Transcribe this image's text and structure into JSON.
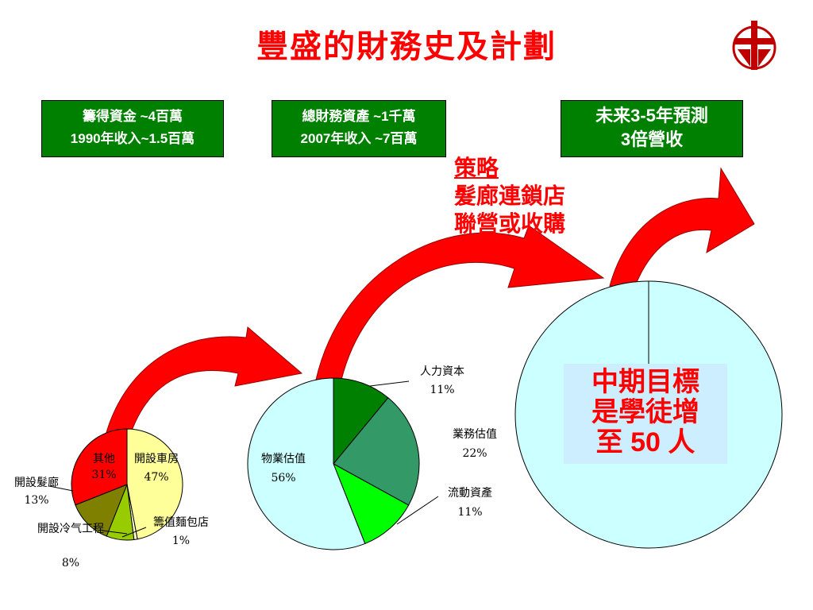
{
  "title": "豐盛的財務史及計劃",
  "boxes": {
    "box1": {
      "line1": "籌得資金 ~4百萬",
      "line2": "1990年收入~1.5百萬"
    },
    "box2": {
      "line1": "總財務資產 ~1千萬",
      "line2": "2007年收入 ~7百萬"
    },
    "box3": {
      "line1": "未来3-5年預測",
      "line2": "3倍營收"
    }
  },
  "strategy": {
    "heading": "策略",
    "line1": "髮廊連鎖店",
    "line2": "聯營或收購"
  },
  "goal": {
    "line1": "中期目標",
    "line2": "是學徒增",
    "line3": "至 50 人"
  },
  "colors": {
    "title": "#ff0000",
    "box_bg": "#008000",
    "arrow": "#ff0000",
    "goal_bg": "#cceeff",
    "big_circle": "#ccffff"
  },
  "logo_icon": "cross-emblem-icon",
  "chart_data": [
    {
      "type": "pie",
      "slices": [
        {
          "label": "開設車房",
          "pct_label": "47%",
          "value": 47,
          "color": "#ffff99"
        },
        {
          "label": "籌值麵包店",
          "pct_label": "1%",
          "value": 1,
          "color": "#ffffcc"
        },
        {
          "label": "開設冷气工程",
          "pct_label": "8%",
          "value": 8,
          "color": "#99cc00"
        },
        {
          "label": "開設髮廊",
          "pct_label": "13%",
          "value": 13,
          "color": "#808000"
        },
        {
          "label": "其他",
          "pct_label": "31%",
          "value": 31,
          "color": "#ff0000"
        }
      ]
    },
    {
      "type": "pie",
      "slices": [
        {
          "label": "人力資本",
          "pct_label": "11%",
          "value": 11,
          "color": "#008000"
        },
        {
          "label": "業務估值",
          "pct_label": "22%",
          "value": 22,
          "color": "#339966"
        },
        {
          "label": "流動資產",
          "pct_label": "11%",
          "value": 11,
          "color": "#00ff00"
        },
        {
          "label": "物業估值",
          "pct_label": "56%",
          "value": 56,
          "color": "#ccffff"
        }
      ]
    }
  ]
}
